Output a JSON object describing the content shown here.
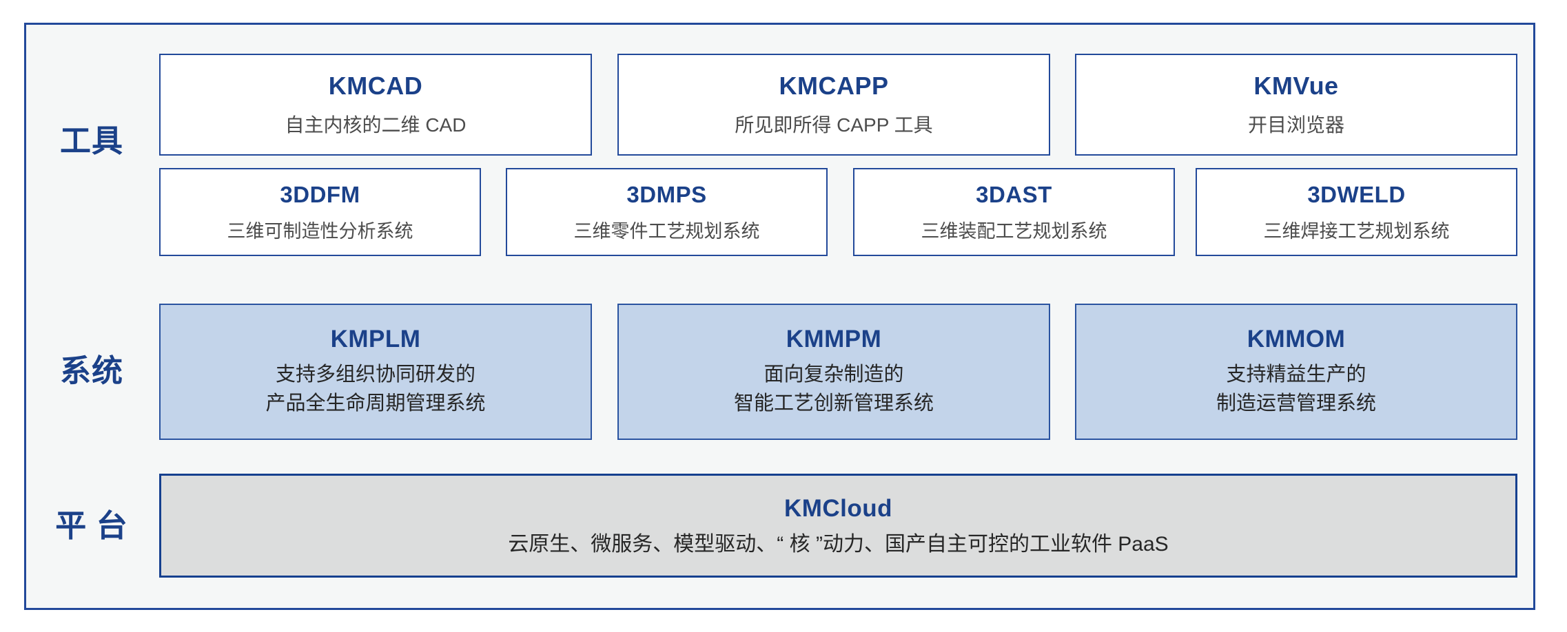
{
  "diagram": {
    "rows": [
      {
        "label": "工具",
        "groups": [
          [
            {
              "name": "KMCAD",
              "desc": "自主内核的二维 CAD"
            },
            {
              "name": "KMCAPP",
              "desc": "所见即所得 CAPP 工具"
            },
            {
              "name": "KMVue",
              "desc": "开目浏览器"
            }
          ],
          [
            {
              "name": "3DDFM",
              "desc": "三维可制造性分析系统"
            },
            {
              "name": "3DMPS",
              "desc": "三维零件工艺规划系统"
            },
            {
              "name": "3DAST",
              "desc": "三维装配工艺规划系统"
            },
            {
              "name": "3DWELD",
              "desc": "三维焊接工艺规划系统"
            }
          ]
        ]
      },
      {
        "label": "系统",
        "groups": [
          [
            {
              "name": "KMPLM",
              "desc_line1": "支持多组织协同研发的",
              "desc_line2": "产品全生命周期管理系统"
            },
            {
              "name": "KMMPM",
              "desc_line1": "面向复杂制造的",
              "desc_line2": "智能工艺创新管理系统"
            },
            {
              "name": "KMMOM",
              "desc_line1": "支持精益生产的",
              "desc_line2": "制造运营管理系统"
            }
          ]
        ]
      },
      {
        "label": "平 台",
        "groups": [
          [
            {
              "name": "KMCloud",
              "desc": "云原生、微服务、模型驱动、“ 核 ”动力、国产自主可控的工业软件 PaaS"
            }
          ]
        ]
      }
    ]
  },
  "colors": {
    "frame_border": "#22499a",
    "frame_background": "#f5f7f7",
    "label_text": "#1b4189",
    "card_title": "#1b4189",
    "card_desc": "#4c4c4c",
    "card_border": "#22499a",
    "card_background": "#ffffff",
    "system_background": "#c3d4ea",
    "platform_background": "#dcdddd"
  }
}
